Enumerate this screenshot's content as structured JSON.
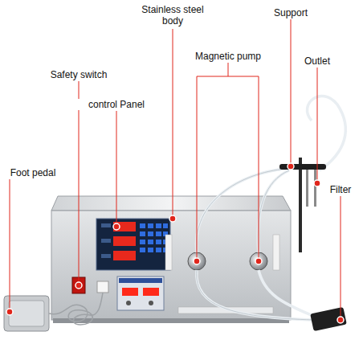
{
  "diagram": {
    "labels": [
      "Stainless steel body",
      "Support",
      "Magnetic pump",
      "Outlet",
      "Safety switch",
      "control Panel",
      "Foot pedal",
      "Filter"
    ]
  }
}
